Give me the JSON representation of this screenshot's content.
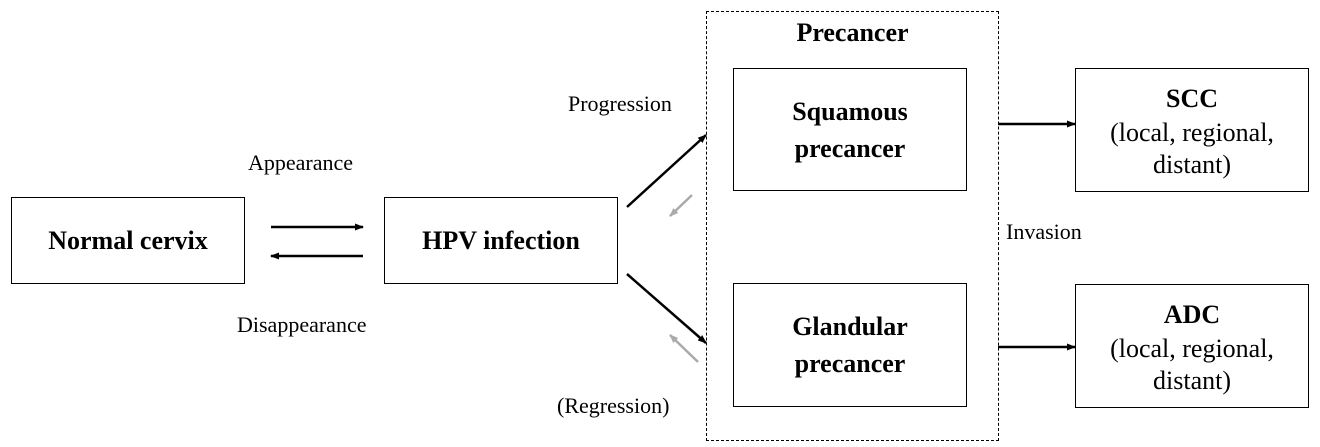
{
  "nodes": {
    "normal_cervix": "Normal cervix",
    "hpv_infection": "HPV infection",
    "precancer_group": "Precancer",
    "squamous_line1": "Squamous",
    "squamous_line2": "precancer",
    "glandular_line1": "Glandular",
    "glandular_line2": "precancer",
    "scc_title": "SCC",
    "scc_line1": "(local, regional,",
    "scc_line2": "distant)",
    "adc_title": "ADC",
    "adc_line1": "(local, regional,",
    "adc_line2": "distant)"
  },
  "edge_labels": {
    "appearance": "Appearance",
    "disappearance": "Disappearance",
    "progression": "Progression",
    "regression": "(Regression)",
    "invasion": "Invasion"
  },
  "colors": {
    "arrow": "#000000",
    "regression_arrow": "#aaaaaa"
  }
}
